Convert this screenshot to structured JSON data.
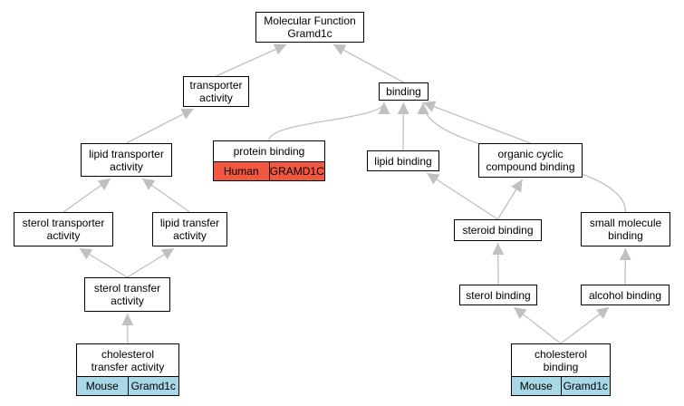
{
  "colors": {
    "edge": "#c0c0c0",
    "human_tag": "#f2573f",
    "mouse_tag": "#a8d8e6"
  },
  "nodes": {
    "root": {
      "label": "Molecular Function\nGramd1c"
    },
    "transporter_activity": {
      "label": "transporter\nactivity"
    },
    "binding": {
      "label": "binding"
    },
    "protein_binding": {
      "label": "protein binding",
      "tags": [
        {
          "text": "Human",
          "color": "#f2573f"
        },
        {
          "text": "GRAMD1C",
          "color": "#f2573f"
        }
      ]
    },
    "lipid_transporter_activity": {
      "label": "lipid transporter\nactivity"
    },
    "lipid_binding": {
      "label": "lipid binding"
    },
    "organic_cyclic_compound_binding": {
      "label": "organic cyclic\ncompound binding"
    },
    "sterol_transporter_activity": {
      "label": "sterol transporter\nactivity"
    },
    "lipid_transfer_activity": {
      "label": "lipid transfer\nactivity"
    },
    "steroid_binding": {
      "label": "steroid binding"
    },
    "small_molecule_binding": {
      "label": "small molecule\nbinding"
    },
    "sterol_transfer_activity": {
      "label": "sterol transfer\nactivity"
    },
    "sterol_binding": {
      "label": "sterol binding"
    },
    "alcohol_binding": {
      "label": "alcohol binding"
    },
    "cholesterol_transfer_activity": {
      "label": "cholesterol\ntransfer activity",
      "tags": [
        {
          "text": "Mouse",
          "color": "#a8d8e6"
        },
        {
          "text": "Gramd1c",
          "color": "#a8d8e6"
        }
      ]
    },
    "cholesterol_binding": {
      "label": "cholesterol\nbinding",
      "tags": [
        {
          "text": "Mouse",
          "color": "#a8d8e6"
        },
        {
          "text": "Gramd1c",
          "color": "#a8d8e6"
        }
      ]
    }
  },
  "edges": [
    {
      "from": "transporter_activity",
      "to": "root"
    },
    {
      "from": "binding",
      "to": "root"
    },
    {
      "from": "lipid_transporter_activity",
      "to": "transporter_activity"
    },
    {
      "from": "protein_binding",
      "to": "binding"
    },
    {
      "from": "lipid_binding",
      "to": "binding"
    },
    {
      "from": "organic_cyclic_compound_binding",
      "to": "binding"
    },
    {
      "from": "small_molecule_binding",
      "to": "binding"
    },
    {
      "from": "sterol_transporter_activity",
      "to": "lipid_transporter_activity"
    },
    {
      "from": "lipid_transfer_activity",
      "to": "lipid_transporter_activity"
    },
    {
      "from": "steroid_binding",
      "to": "lipid_binding"
    },
    {
      "from": "steroid_binding",
      "to": "organic_cyclic_compound_binding"
    },
    {
      "from": "sterol_transfer_activity",
      "to": "sterol_transporter_activity"
    },
    {
      "from": "sterol_transfer_activity",
      "to": "lipid_transfer_activity"
    },
    {
      "from": "sterol_binding",
      "to": "steroid_binding"
    },
    {
      "from": "alcohol_binding",
      "to": "small_molecule_binding"
    },
    {
      "from": "cholesterol_transfer_activity",
      "to": "sterol_transfer_activity"
    },
    {
      "from": "cholesterol_binding",
      "to": "sterol_binding"
    },
    {
      "from": "cholesterol_binding",
      "to": "alcohol_binding"
    }
  ]
}
